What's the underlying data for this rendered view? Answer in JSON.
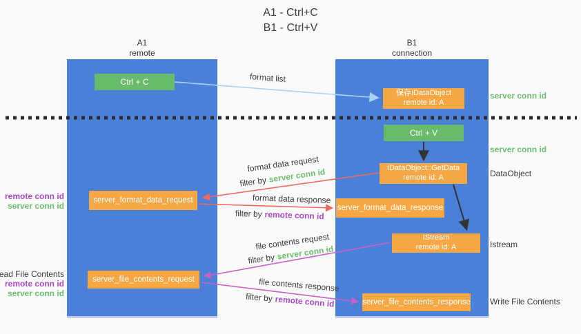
{
  "title": {
    "line1": "A1 - Ctrl+C",
    "line2": "B1 - Ctrl+V"
  },
  "lanes": {
    "left": {
      "name": "A1",
      "role": "remote"
    },
    "right": {
      "name": "B1",
      "role": "connection"
    }
  },
  "nodes": {
    "ctrl_c": "Ctrl + C",
    "ctrl_v": "Ctrl + V",
    "save_dataobject_line1": "保存IDataObject",
    "save_dataobject_line2": "remote id: A",
    "getdata_line1": "IDataObject::GetData",
    "getdata_line2": "remote id: A",
    "istream_line1": "IStream",
    "istream_line2": "remote id: A",
    "format_request": "server_format_data_request",
    "format_response": "server_format_data_response",
    "file_request": "server_file_contents_request",
    "file_response": "server_file_contents_response"
  },
  "arrow_labels": {
    "format_list": "format list",
    "format_data_request": "format data request",
    "format_data_response": "format data response",
    "file_contents_request": "file contents request",
    "file_contents_response": "file contents response",
    "filter_by": "filter by",
    "server_conn_id": "server conn id",
    "remote_conn_id": "remote conn id"
  },
  "side_labels": {
    "server_conn_id_top": "server conn id",
    "server_conn_id_mid": "server conn id",
    "dataobject": "DataObject",
    "istream": "Istream",
    "write_file_contents": "Write File Contents",
    "read_file_contents": "Read File Contents",
    "remote_conn_id": "remote conn id",
    "server_conn_id": "server conn id"
  },
  "colors": {
    "lane_blue": "#4a80d8",
    "node_orange": "#f7a844",
    "node_green": "#67bb6a",
    "arrow_light_blue": "#a9d3ef",
    "arrow_red": "#ee6a5e",
    "arrow_magenta": "#c75fc7",
    "arrow_black": "#333333",
    "text_green": "#6dbf6d",
    "text_purple": "#a94ac4",
    "background": "#fafafa"
  }
}
